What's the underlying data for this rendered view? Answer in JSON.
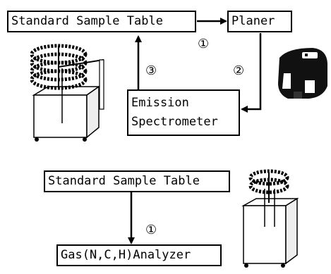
{
  "top_flow": {
    "table_label": "Standard Sample Table",
    "planer_label": "Planer",
    "spectrometer_line1": "Emission",
    "spectrometer_line2": "Spectrometer",
    "step1": "①",
    "step2": "②",
    "step3": "③"
  },
  "bottom_flow": {
    "table_label": "Standard Sample Table",
    "analyzer_label": "Gas(N,C,H)Analyzer",
    "step1": "①"
  }
}
